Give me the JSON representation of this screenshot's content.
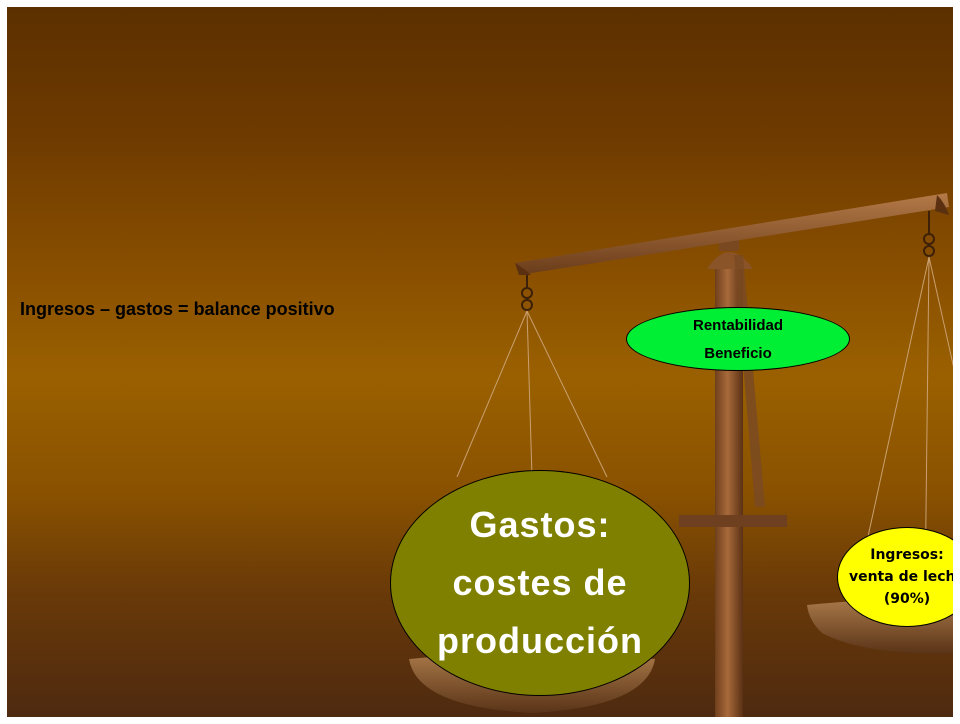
{
  "slide": {
    "equation": "Ingresos – gastos = balance positivo",
    "profit_bubble": {
      "line1": "Rentabilidad",
      "line2": "Beneficio",
      "color": "#00ee33"
    },
    "costs_bubble": {
      "line1": "Gastos:",
      "line2": "costes de",
      "line3": "producción",
      "color": "#808000"
    },
    "income_bubble": {
      "line1": "Ingresos:",
      "line2": "venta de leche",
      "line3": "(90%)",
      "color": "#ffff00"
    },
    "background_colors": [
      "#5c3000",
      "#9a6000",
      "#4e2a10"
    ],
    "illustration": "balance-scale-icon"
  }
}
